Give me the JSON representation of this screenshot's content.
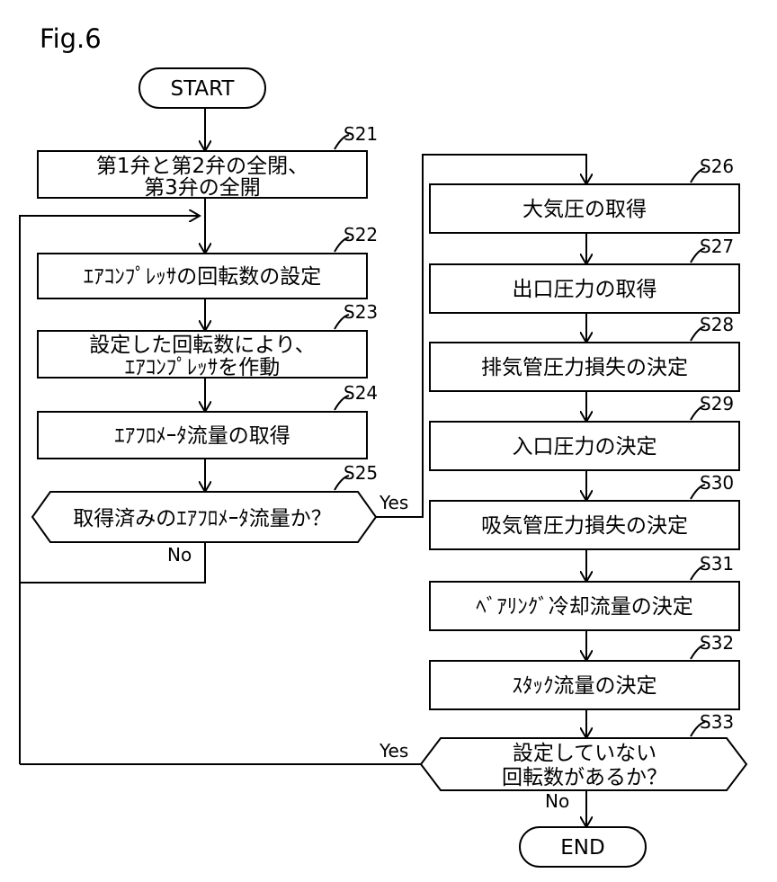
{
  "figure_label": "Fig.6",
  "start": "START",
  "end": "END",
  "steps": {
    "s21": {
      "id": "S21",
      "line1": "第1弁と第2弁の全閉、",
      "line2": "第3弁の全開"
    },
    "s22": {
      "id": "S22",
      "text": "ｴｱｺﾝﾌﾟﾚｯｻの回転数の設定"
    },
    "s23": {
      "id": "S23",
      "line1": "設定した回転数により、",
      "line2": "ｴｱｺﾝﾌﾟﾚｯｻを作動"
    },
    "s24": {
      "id": "S24",
      "text": "ｴｱﾌﾛﾒｰﾀ流量の取得"
    },
    "s25": {
      "id": "S25",
      "text": "取得済みのｴｱﾌﾛﾒｰﾀ流量か？"
    },
    "s26": {
      "id": "S26",
      "text": "大気圧の取得"
    },
    "s27": {
      "id": "S27",
      "text": "出口圧力の取得"
    },
    "s28": {
      "id": "S28",
      "text": "排気管圧力損失の決定"
    },
    "s29": {
      "id": "S29",
      "text": "入口圧力の決定"
    },
    "s30": {
      "id": "S30",
      "text": "吸気管圧力損失の決定"
    },
    "s31": {
      "id": "S31",
      "text": "ﾍﾞｱﾘﾝｸﾞ冷却流量の決定"
    },
    "s32": {
      "id": "S32",
      "text": "ｽﾀｯｸ流量の決定"
    },
    "s33": {
      "id": "S33",
      "line1": "設定していない",
      "line2": "回転数があるか？"
    }
  },
  "branch_labels": {
    "s25_yes": "Yes",
    "s25_no": "No",
    "s33_yes": "Yes",
    "s33_no": "No"
  }
}
